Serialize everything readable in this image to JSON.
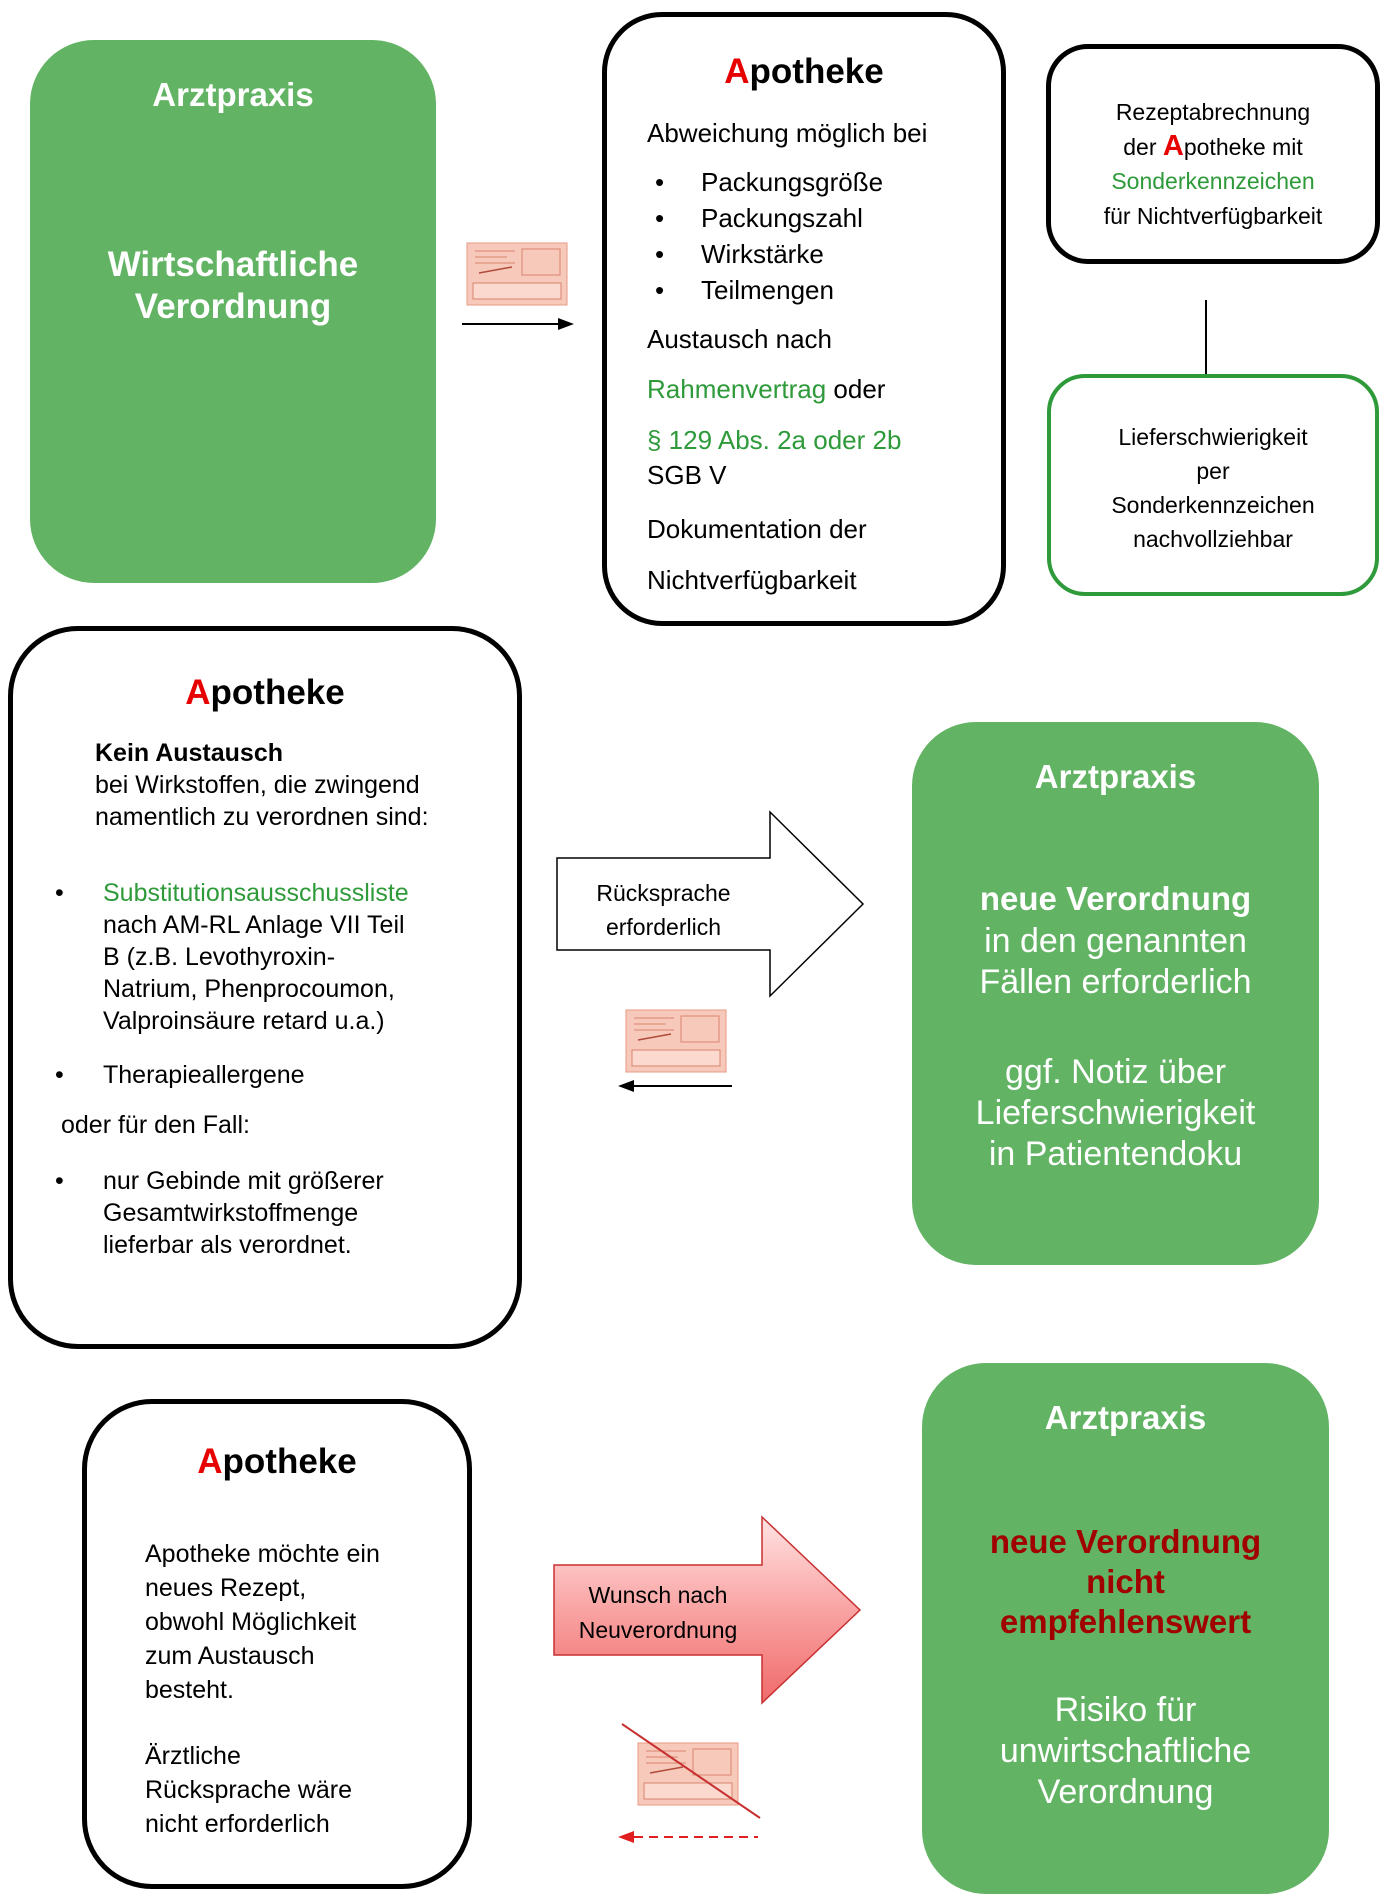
{
  "box1": {
    "title": "Arztpraxis",
    "line1": "Wirtschaftliche",
    "line2": "Verordnung"
  },
  "box2": {
    "title_a": "A",
    "title_rest": "potheke",
    "intro": "Abweichung möglich bei",
    "bullets": [
      "Packungsgröße",
      "Packungszahl",
      "Wirkstärke",
      "Teilmengen"
    ],
    "austausch": "Austausch nach",
    "rahmen": "Rahmenvertrag",
    "oder": " oder",
    "paragraph": "§ 129 Abs. 2a oder 2b",
    "sgb": "SGB V",
    "doku1": "Dokumentation der",
    "doku2": "Nichtverfügbarkeit"
  },
  "box3": {
    "line1": "Rezeptabrechnung",
    "line2_pre": "der ",
    "line2_a": "A",
    "line2_post": "potheke mit",
    "line3": "Sonderkennzeichen",
    "line4": "für Nichtverfügbarkeit"
  },
  "box4": {
    "line1": "Lieferschwierigkeit",
    "line2": "per",
    "line3": "Sonderkennzeichen",
    "line4": "nachvollziehbar"
  },
  "box5": {
    "title_a": "A",
    "title_rest": "potheke",
    "bold": "Kein Austausch",
    "intro1": "bei Wirkstoffen, die zwingend",
    "intro2": "namentlich zu verordnen sind:",
    "b1_green": "Substitutionsausschussliste",
    "b1_l2": "nach AM-RL Anlage VII Teil",
    "b1_l3": "B (z.B. Levothyroxin-",
    "b1_l4": "Natrium, Phenprocoumon,",
    "b1_l5": "Valproinsäure retard u.a.)",
    "b2": "Therapieallergene",
    "oder": "oder für den Fall:",
    "b3_l1": "nur Gebinde mit größerer",
    "b3_l2": "Gesamtwirkstoffmenge",
    "b3_l3": "lieferbar als verordnet."
  },
  "arrow1": {
    "line1": "Rücksprache",
    "line2": "erforderlich"
  },
  "box6": {
    "title": "Arztpraxis",
    "bold": "neue Verordnung",
    "l2": "in den genannten",
    "l3": "Fällen erforderlich",
    "l4": "ggf. Notiz über",
    "l5": "Lieferschwierigkeit",
    "l6": "in Patientendoku"
  },
  "box7": {
    "title_a": "A",
    "title_rest": "potheke",
    "p1": [
      "Apotheke möchte ein",
      "neues Rezept,",
      "obwohl Möglichkeit",
      "zum Austausch",
      "besteht."
    ],
    "p2": [
      "Ärztliche",
      "Rücksprache wäre",
      "nicht erforderlich"
    ]
  },
  "arrow2": {
    "line1": "Wunsch nach",
    "line2": "Neuverordnung"
  },
  "box8": {
    "title": "Arztpraxis",
    "b1": "neue Verordnung",
    "b2": "nicht",
    "b3": "empfehlenswert",
    "l1": "Risiko für",
    "l2": "unwirtschaftliche",
    "l3": "Verordnung"
  },
  "colors": {
    "green_box": "#62b464",
    "green_text": "#2e9a3a",
    "red_letter": "#e60000",
    "dark_red": "#a00000",
    "prescription_pink": "#f6c9bb"
  }
}
